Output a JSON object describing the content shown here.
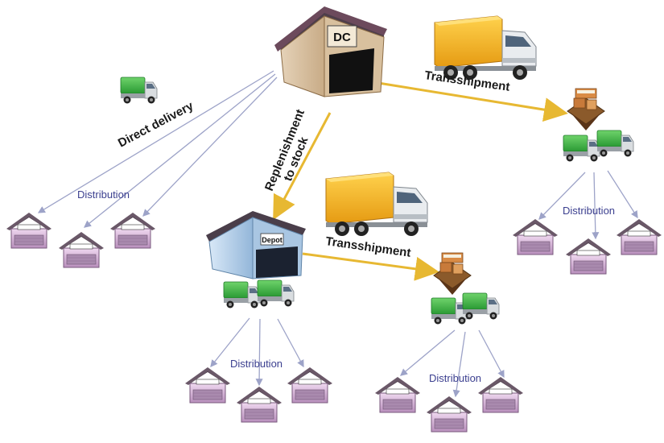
{
  "nodes": {
    "dc": "DC",
    "depot": "Depot"
  },
  "labels": {
    "direct_delivery": "Direct delivery",
    "replenishment_line1": "Replenishment",
    "replenishment_line2": "to stock",
    "transshipment_top": "Transshipment",
    "transshipment_middle": "Transshipment",
    "distribution_left": "Distribution",
    "distribution_depot": "Distribution",
    "distribution_right": "Distribution",
    "distribution_bottom_right": "Distribution"
  },
  "colors": {
    "gold_arrow": "#e7b832",
    "thin_arrow": "#9da3c8",
    "truck_green": "#3cb043",
    "truck_orange": "#f2a81d",
    "roof": "#5a4a55",
    "store_body": "#d9b8dc",
    "depot_body": "#b9d2ea"
  },
  "icons": [
    "warehouse-icon",
    "truck-icon",
    "store-icon",
    "crossdock-icon"
  ]
}
